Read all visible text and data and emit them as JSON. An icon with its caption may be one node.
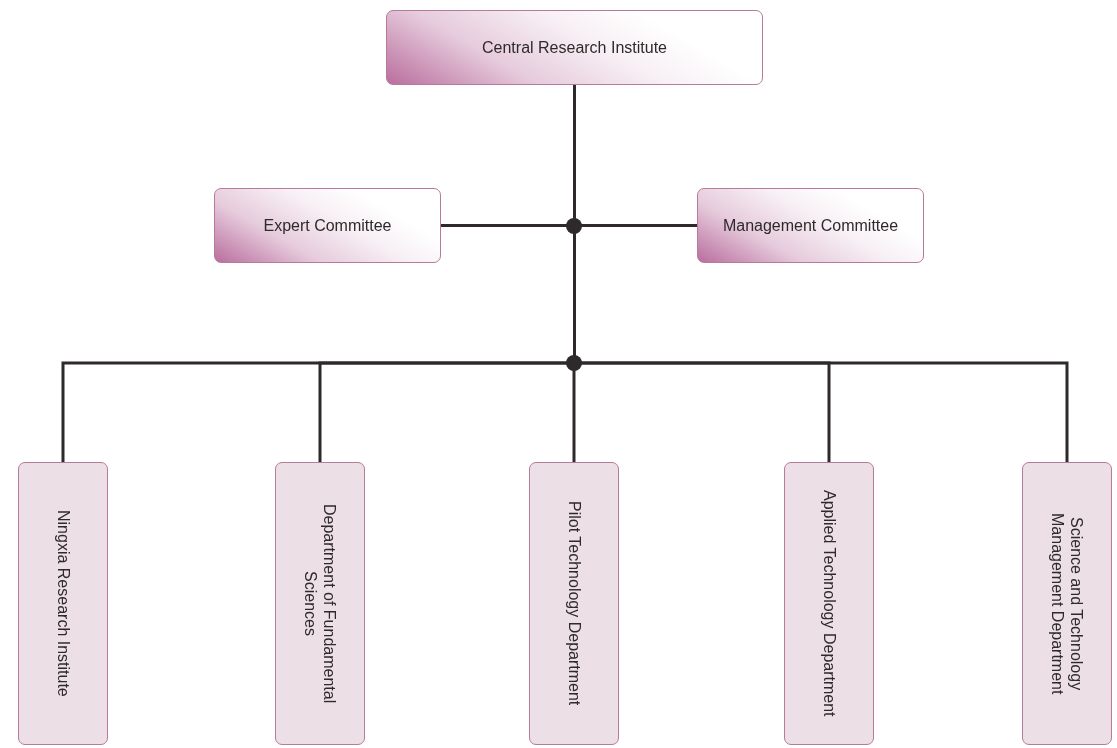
{
  "diagram": {
    "nodes": [
      {
        "text": [
          "Central Research Institute"
        ]
      },
      {
        "text": [
          "Expert Committee"
        ]
      },
      {
        "text": [
          "Management Committee"
        ]
      },
      {
        "text": [
          "Ningxia Research Institute"
        ]
      },
      {
        "text": [
          "Department of Fundamental Sciences"
        ]
      },
      {
        "text": [
          "Pilot Technology Department"
        ]
      },
      {
        "text": [
          "Applied Technology Department"
        ]
      },
      {
        "text": [
          "Science and Technology Management Department"
        ]
      }
    ],
    "edges": [
      {
        "from": 0,
        "to": 1,
        "arrow": "none"
      },
      {
        "from": 0,
        "to": 2,
        "arrow": "none"
      },
      {
        "from": 0,
        "to": 3,
        "arrow": "none"
      },
      {
        "from": 0,
        "to": 4,
        "arrow": "none"
      },
      {
        "from": 0,
        "to": 5,
        "arrow": "none"
      },
      {
        "from": 0,
        "to": 6,
        "arrow": "none"
      },
      {
        "from": 0,
        "to": 7,
        "arrow": "none"
      }
    ]
  }
}
